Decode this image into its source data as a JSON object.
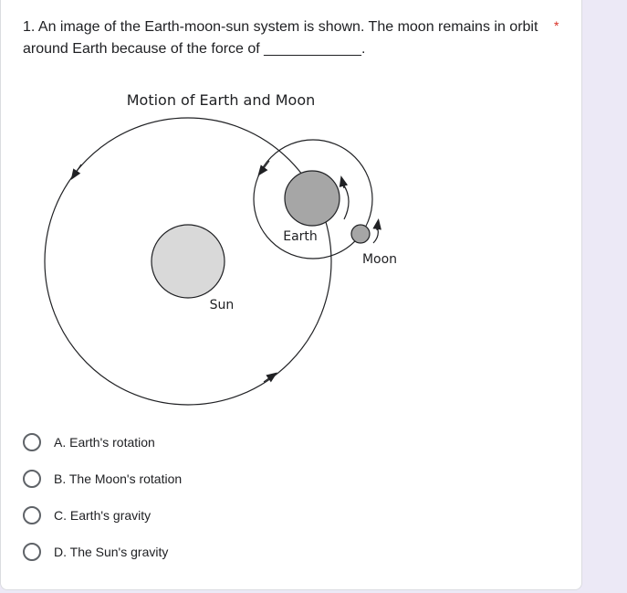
{
  "question": {
    "text": "1. An image of the Earth-moon-sun system is shown. The moon remains in orbit around Earth because of the force of ____________.",
    "required_marker": "*"
  },
  "figure": {
    "title": "Motion of Earth and Moon",
    "labels": {
      "sun": "Sun",
      "earth": "Earth",
      "moon": "Moon"
    }
  },
  "options": [
    {
      "label": "A. Earth's rotation",
      "selected": false
    },
    {
      "label": "B. The Moon's rotation",
      "selected": false
    },
    {
      "label": "C. Earth's gravity",
      "selected": false
    },
    {
      "label": "D. The Sun's gravity",
      "selected": false
    }
  ],
  "colors": {
    "required": "#d93025",
    "radio_border": "#5f6368",
    "body_bg": "#ece9f6"
  }
}
